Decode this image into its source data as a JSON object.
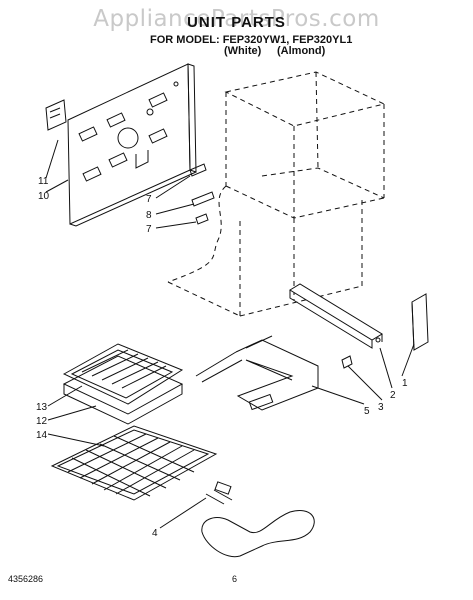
{
  "watermark": "AppliancePartsPros.com",
  "header": {
    "title": "UNIT PARTS",
    "model_line": "FOR MODEL: FEP320YW1, FEP320YL1",
    "color_white": "(White)",
    "color_almond": "(Almond)"
  },
  "callouts": [
    "1",
    "2",
    "3",
    "4",
    "5",
    "6",
    "7",
    "8",
    "10",
    "11",
    "12",
    "13",
    "14"
  ],
  "footer": {
    "doc_number": "4356286",
    "page_number": "6"
  }
}
